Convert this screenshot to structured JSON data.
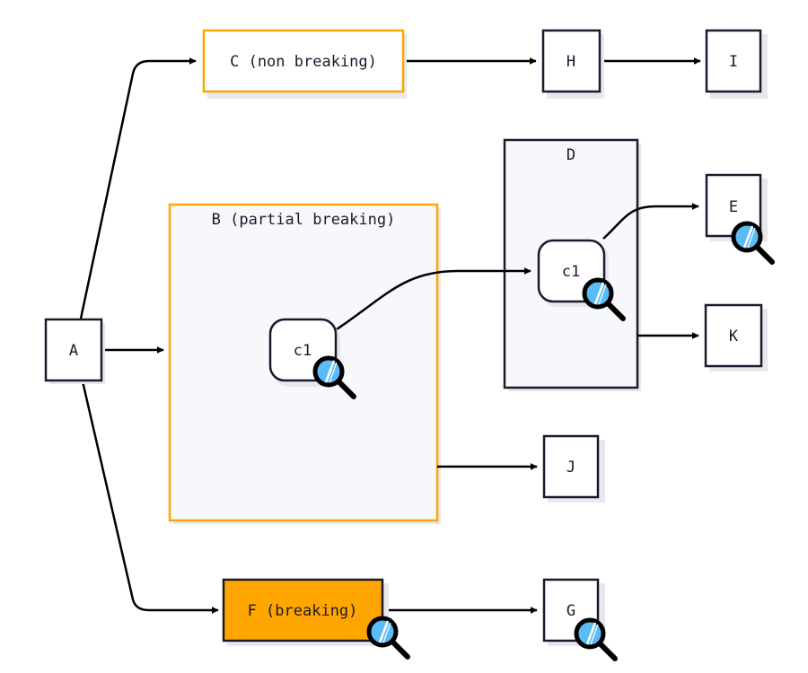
{
  "colors": {
    "orange": "#FFA500",
    "node_border": "#1a1a2e",
    "group_fill": "#f7f8fb",
    "shadow": "#e8e8ec",
    "edge": "#000000",
    "lens": "#5bbcf5"
  },
  "nodes": {
    "A": {
      "label": "A"
    },
    "B": {
      "label": "B (partial breaking)"
    },
    "B_c1": {
      "label": "c1"
    },
    "C": {
      "label": "C (non breaking)"
    },
    "D": {
      "label": "D"
    },
    "D_c1": {
      "label": "c1"
    },
    "E": {
      "label": "E"
    },
    "F": {
      "label": "F (breaking)"
    },
    "G": {
      "label": "G"
    },
    "H": {
      "label": "H"
    },
    "I": {
      "label": "I"
    },
    "J": {
      "label": "J"
    },
    "K": {
      "label": "K"
    }
  },
  "edges": [
    {
      "from": "A",
      "to": "C"
    },
    {
      "from": "A",
      "to": "B"
    },
    {
      "from": "A",
      "to": "F"
    },
    {
      "from": "C",
      "to": "H"
    },
    {
      "from": "H",
      "to": "I"
    },
    {
      "from": "B.c1",
      "to": "D.c1"
    },
    {
      "from": "D.c1",
      "to": "E"
    },
    {
      "from": "D",
      "to": "K"
    },
    {
      "from": "B",
      "to": "J"
    },
    {
      "from": "F",
      "to": "G"
    }
  ],
  "inspect_markers": [
    "B.c1",
    "D.c1",
    "E",
    "F",
    "G"
  ]
}
